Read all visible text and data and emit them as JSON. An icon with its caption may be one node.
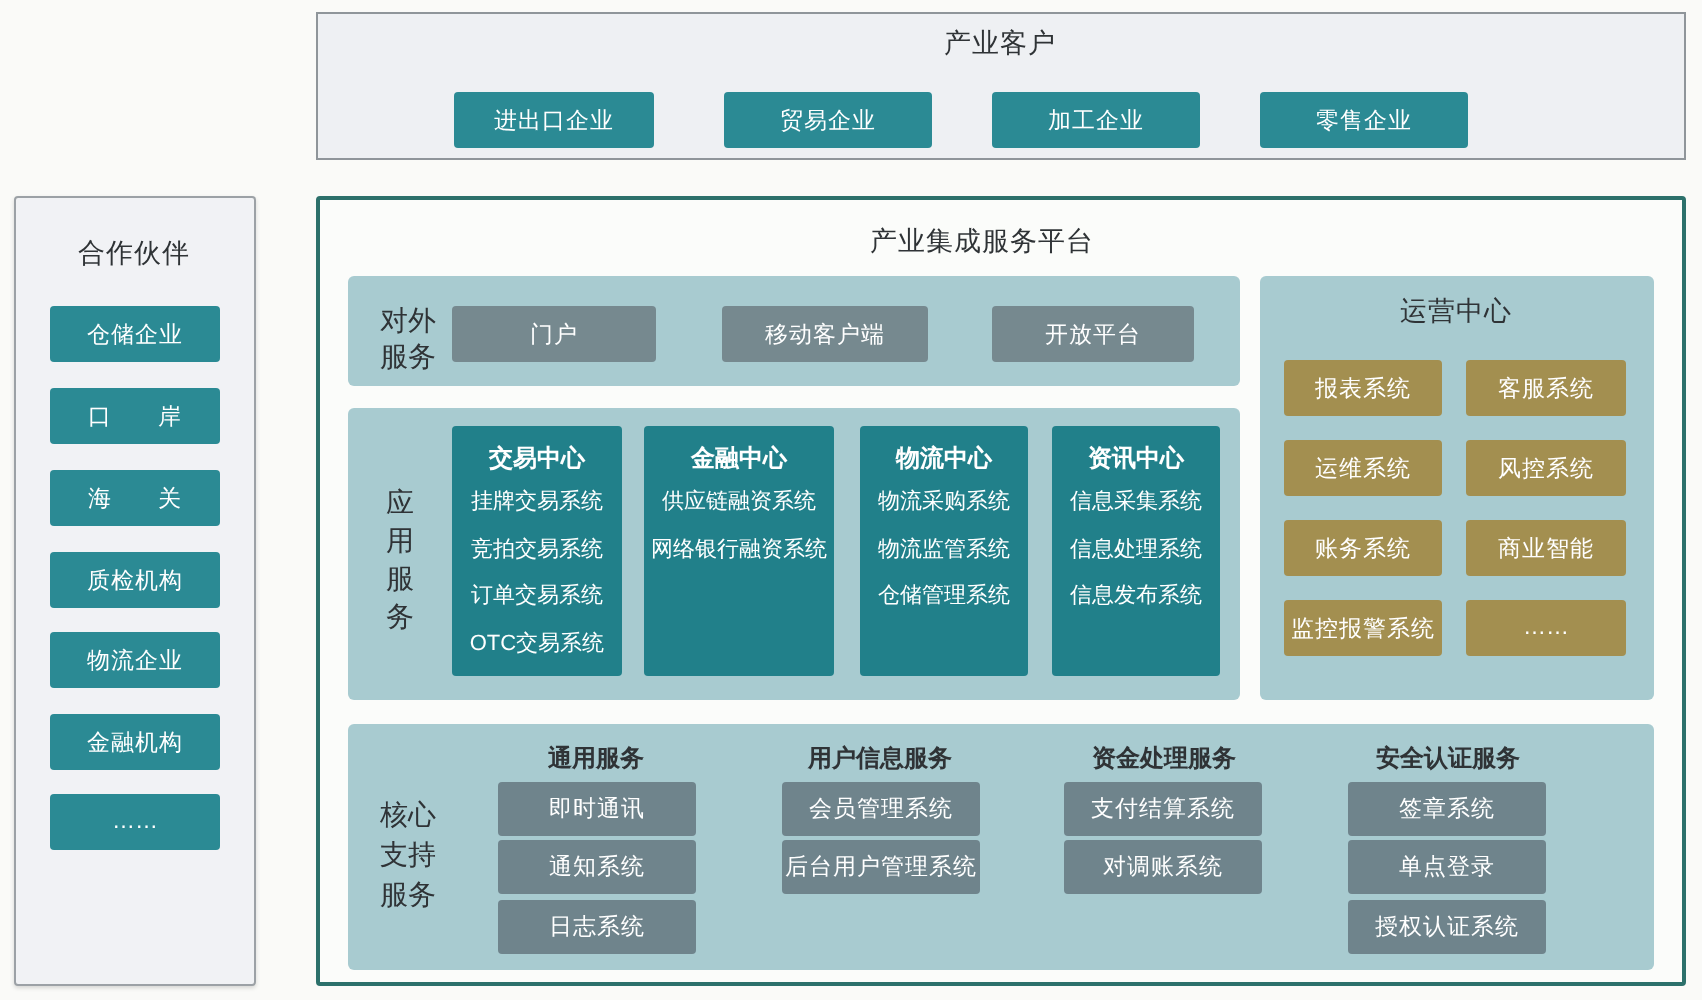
{
  "diagram": {
    "nodes": [
      {
        "text": [
          "产业客户"
        ]
      },
      {
        "text": [
          "进出口企业"
        ],
        "in": 0
      },
      {
        "text": [
          "贸易企业"
        ],
        "in": 0
      },
      {
        "text": [
          "加工企业"
        ],
        "in": 0
      },
      {
        "text": [
          "零售企业"
        ],
        "in": 0
      },
      {
        "text": [
          "合作伙伴"
        ]
      },
      {
        "text": [
          "仓储企业"
        ],
        "in": 5
      },
      {
        "text": [
          "口 岸"
        ],
        "in": 5
      },
      {
        "text": [
          "海 关"
        ],
        "in": 5
      },
      {
        "text": [
          "质检机构"
        ],
        "in": 5
      },
      {
        "text": [
          "物流企业"
        ],
        "in": 5
      },
      {
        "text": [
          "金融机构"
        ],
        "in": 5
      },
      {
        "text": [
          "……"
        ],
        "in": 5
      },
      {
        "text": [
          "产业集成服务平台"
        ]
      },
      {
        "text": [
          "对外服务"
        ],
        "in": 13
      },
      {
        "text": [
          "门户"
        ],
        "in": 14
      },
      {
        "text": [
          "移动客户端"
        ],
        "in": 14
      },
      {
        "text": [
          "开放平台"
        ],
        "in": 14
      },
      {
        "text": [
          "应用服务"
        ],
        "in": 13
      },
      {
        "text": [
          "交易中心",
          "挂牌交易系统",
          "竞拍交易系统",
          "订单交易系统",
          "OTC交易系统"
        ],
        "in": 18
      },
      {
        "text": [
          "金融中心",
          "供应链融资系统",
          "网络银行融资系统"
        ],
        "in": 18
      },
      {
        "text": [
          "物流中心",
          "物流采购系统",
          "物流监管系统",
          "仓储管理系统"
        ],
        "in": 18
      },
      {
        "text": [
          "资讯中心",
          "信息采集系统",
          "信息处理系统",
          "信息发布系统"
        ],
        "in": 18
      },
      {
        "text": [
          "运营中心"
        ],
        "in": 13
      },
      {
        "text": [
          "报表系统"
        ],
        "in": 23
      },
      {
        "text": [
          "客服系统"
        ],
        "in": 23
      },
      {
        "text": [
          "运维系统"
        ],
        "in": 23
      },
      {
        "text": [
          "风控系统"
        ],
        "in": 23
      },
      {
        "text": [
          "账务系统"
        ],
        "in": 23
      },
      {
        "text": [
          "商业智能"
        ],
        "in": 23
      },
      {
        "text": [
          "监控报警系统"
        ],
        "in": 23
      },
      {
        "text": [
          "……"
        ],
        "in": 23
      },
      {
        "text": [
          "核心支持服务",
          "通用服务",
          "用户信息服务",
          "资金处理服务",
          "安全认证服务"
        ],
        "in": 13
      },
      {
        "text": [
          "即时通讯"
        ],
        "in": 32
      },
      {
        "text": [
          "通知系统"
        ],
        "in": 32
      },
      {
        "text": [
          "日志系统"
        ],
        "in": 32
      },
      {
        "text": [
          "会员管理系统"
        ],
        "in": 32
      },
      {
        "text": [
          "后台用户管理系统"
        ],
        "in": 32
      },
      {
        "text": [
          "支付结算系统"
        ],
        "in": 32
      },
      {
        "text": [
          "对调账系统"
        ],
        "in": 32
      },
      {
        "text": [
          "签章系统"
        ],
        "in": 32
      },
      {
        "text": [
          "单点登录"
        ],
        "in": 32
      },
      {
        "text": [
          "授权认证系统"
        ],
        "in": 32
      }
    ]
  }
}
